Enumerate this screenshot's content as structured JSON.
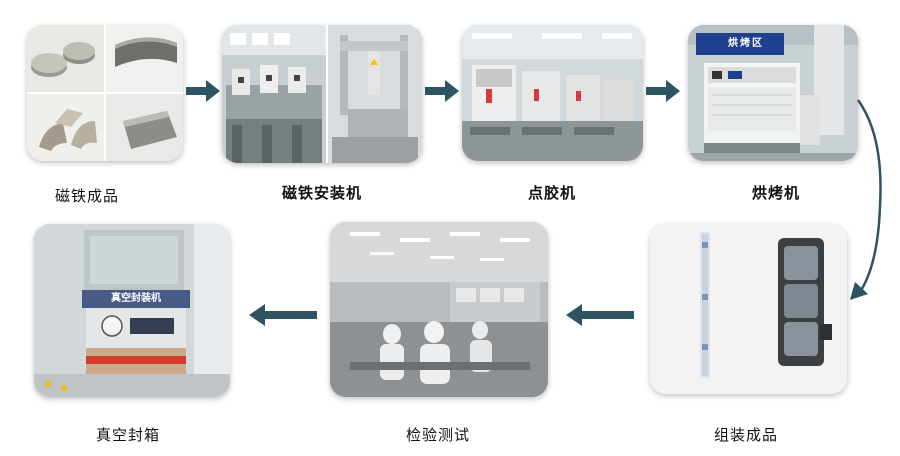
{
  "steps": [
    {
      "id": "magnet",
      "label": "磁铁成品",
      "bold": false
    },
    {
      "id": "mount",
      "label": "磁铁安装机",
      "bold": true
    },
    {
      "id": "glue",
      "label": "点胶机",
      "bold": true
    },
    {
      "id": "oven",
      "label": "烘烤机",
      "bold": true
    },
    {
      "id": "assembled",
      "label": "组装成品",
      "bold": false
    },
    {
      "id": "test",
      "label": "检验测试",
      "bold": false
    },
    {
      "id": "vacuum",
      "label": "真空封箱",
      "bold": false
    }
  ],
  "photo_text": {
    "oven_sign": "烘烤区",
    "vacuum_sign": "真空封装机"
  },
  "colors": {
    "arrow": "#2e5461",
    "curve": "#2e5461"
  }
}
